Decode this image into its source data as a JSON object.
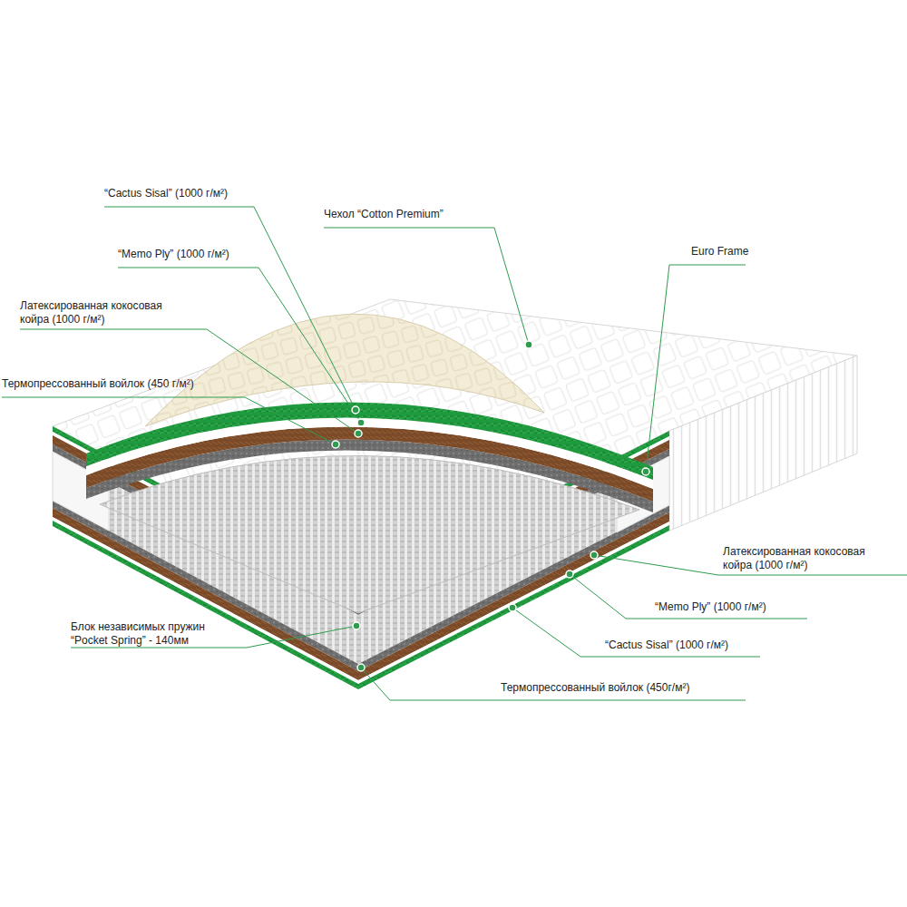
{
  "diagram": {
    "labels": [
      "“Cactus Sisal” (1000 г/м²)",
      "Чехол “Cotton Premium”",
      "“Memo Ply” (1000 г/м²)",
      "Euro Frame",
      "Латексированная кокосовая койра (1000 г/м²)",
      "Термопрессованный войлок (450 г/м²)",
      "Латексированная кокосовая койра (1000 г/м²)",
      "“Memo Ply” (1000 г/м²)",
      "Блок независимых пружин “Pocket Spring” - 140мм",
      "“Cactus Sisal” (1000 г/м²)",
      "Термопрессованный войлок (450г/м²)"
    ]
  }
}
